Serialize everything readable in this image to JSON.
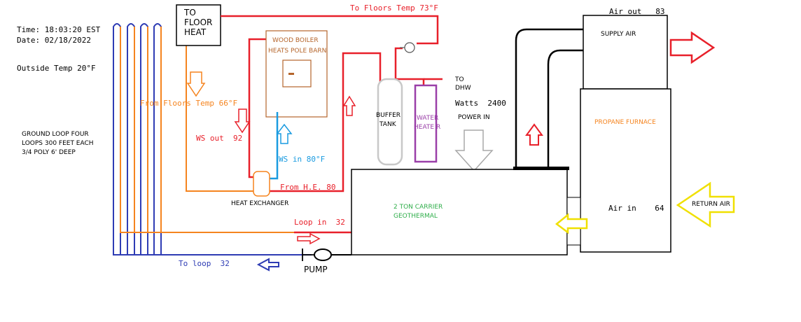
{
  "status": {
    "time": "Time: 18:03:20 EST",
    "date": "Date: 02/18/2022",
    "outside_temp": "Outside Temp 20°F"
  },
  "ground_loop": {
    "line1": "GROUND LOOP FOUR",
    "line2": "LOOPS 300 FEET EACH",
    "line3": "3/4 POLY 6' DEEP"
  },
  "to_floor_heat": {
    "line1": "TO",
    "line2": "FLOOR",
    "line3": "HEAT"
  },
  "wood_boiler": {
    "line1": "WOOD BOILER",
    "line2": "HEATS POLE BARN"
  },
  "readings": {
    "to_floors": "To Floors Temp 73°F",
    "from_floors": "From Floors Temp 66°F",
    "ws_out": "WS out  92",
    "ws_in": "WS in 80°F",
    "from_he": "From H.E. 80",
    "loop_in": "Loop in  32",
    "to_loop": "To loop  32",
    "air_out": "Air out   83",
    "air_in": "Air in    64",
    "watts": "Watts  2400"
  },
  "components": {
    "heat_exchanger": "HEAT EXCHANGER",
    "buffer_tank_1": "BUFFER",
    "buffer_tank_2": "TANK",
    "water_heater_1": "WATER",
    "water_heater_2": "HEATE R",
    "to_dhw_1": "TO",
    "to_dhw_2": "DHW",
    "power_in": "POWER IN",
    "geothermal_1": "2 TON CARRIER",
    "geothermal_2": "GEOTHERMAL",
    "pump": "PUMP",
    "supply_air": "SUPPLY AIR",
    "propane_furnace": "PROPANE FURNACE",
    "return_air": "RETURN AIR"
  },
  "colors": {
    "hot": "#e8202a",
    "warm": "#f5841f",
    "cold": "#2e3cb4",
    "water_in": "#1a9be0",
    "return_arrow": "#f0e000",
    "boiler": "#b5652b",
    "geo_text": "#2fae4a",
    "water_heater": "#9a3fa8"
  }
}
